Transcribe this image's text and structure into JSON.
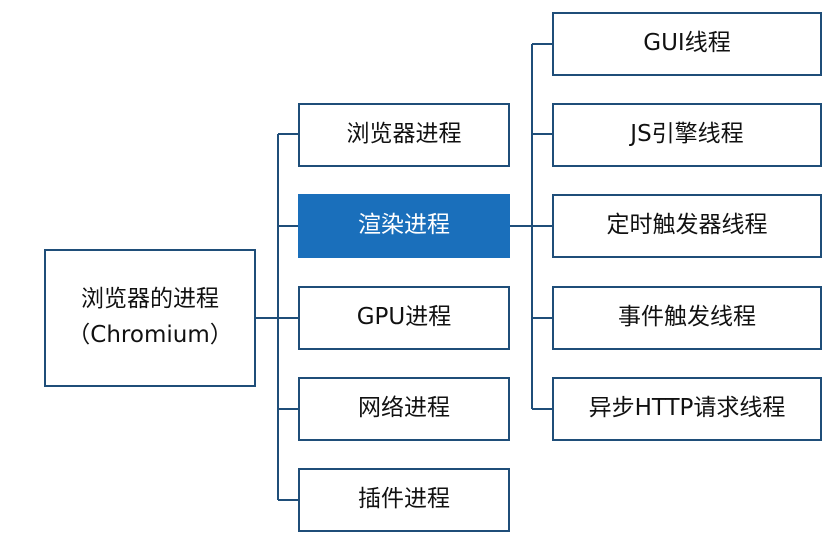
{
  "root": {
    "line1": "浏览器的进程",
    "line2": "（Chromium）"
  },
  "processes": [
    {
      "label": "浏览器进程",
      "active": false
    },
    {
      "label": "渲染进程",
      "active": true
    },
    {
      "label": "GPU进程",
      "active": false
    },
    {
      "label": "网络进程",
      "active": false
    },
    {
      "label": "插件进程",
      "active": false
    }
  ],
  "threads": [
    {
      "label": "GUI线程"
    },
    {
      "label": "JS引擎线程"
    },
    {
      "label": "定时触发器线程"
    },
    {
      "label": "事件触发线程"
    },
    {
      "label": "异步HTTP请求线程"
    }
  ],
  "colors": {
    "border": "#1f4e79",
    "active_fill": "#1a6fbb",
    "active_text": "#ffffff"
  }
}
